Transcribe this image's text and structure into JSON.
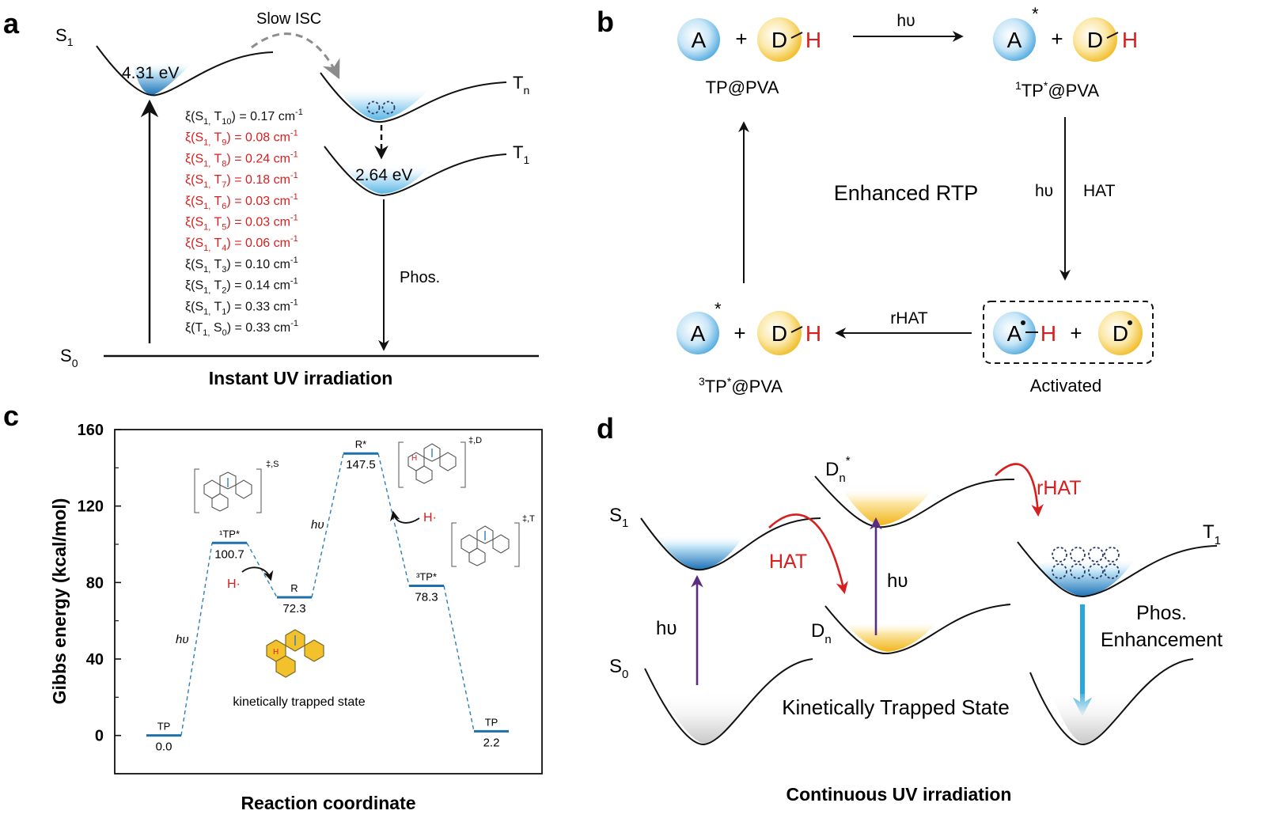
{
  "colors": {
    "red": "#d81e1e",
    "blue_fill": "#3fa3dc",
    "blue_deep": "#1e6fb0",
    "gold_fill": "#f3c12c",
    "purple": "#5a2d82",
    "cyan_arrow": "#29a6dd",
    "grey_dash": "#8c8c8c",
    "level_blue": "#1f6fa8",
    "dash_line": "#2e7fb8"
  },
  "panel_a": {
    "label": "a",
    "S1": {
      "main": "S",
      "sub": "1"
    },
    "S0": {
      "main": "S",
      "sub": "0"
    },
    "Tn": {
      "main": "T",
      "sub": "n"
    },
    "T1": {
      "main": "T",
      "sub": "1"
    },
    "s1_energy": "4.31 eV",
    "t1_energy": "2.64 eV",
    "slow_isc": "Slow ISC",
    "phos": "Phos.",
    "caption": "Instant UV irradiation",
    "soc": [
      {
        "pre": "ξ(S",
        "a": "1,",
        "mid": " T",
        "b": "10",
        "post": ") = 0.17 cm",
        "sup": "-1",
        "highlight": false
      },
      {
        "pre": "ξ(S",
        "a": "1,",
        "mid": " T",
        "b": "9",
        "post": ") = 0.08 cm",
        "sup": "-1",
        "highlight": true
      },
      {
        "pre": "ξ(S",
        "a": "1,",
        "mid": " T",
        "b": "8",
        "post": ") = 0.24 cm",
        "sup": "-1",
        "highlight": true
      },
      {
        "pre": "ξ(S",
        "a": "1,",
        "mid": " T",
        "b": "7",
        "post": ") = 0.18 cm",
        "sup": "-1",
        "highlight": true
      },
      {
        "pre": "ξ(S",
        "a": "1,",
        "mid": " T",
        "b": "6",
        "post": ") = 0.03 cm",
        "sup": "-1",
        "highlight": true
      },
      {
        "pre": "ξ(S",
        "a": "1,",
        "mid": " T",
        "b": "5",
        "post": ") = 0.03 cm",
        "sup": "-1",
        "highlight": true
      },
      {
        "pre": "ξ(S",
        "a": "1,",
        "mid": " T",
        "b": "4",
        "post": ") = 0.06 cm",
        "sup": "-1",
        "highlight": true
      },
      {
        "pre": "ξ(S",
        "a": "1,",
        "mid": " T",
        "b": "3",
        "post": ") = 0.10 cm",
        "sup": "-1",
        "highlight": false
      },
      {
        "pre": "ξ(S",
        "a": "1,",
        "mid": " T",
        "b": "2",
        "post": ") = 0.14 cm",
        "sup": "-1",
        "highlight": false
      },
      {
        "pre": "ξ(S",
        "a": "1,",
        "mid": " T",
        "b": "1",
        "post": ") = 0.33 cm",
        "sup": "-1",
        "highlight": false
      },
      {
        "pre": "ξ(T",
        "a": "1,",
        "mid": " S",
        "b": "0",
        "post": ") = 0.33 cm",
        "sup": "-1",
        "highlight": false
      }
    ]
  },
  "panel_b": {
    "label": "b",
    "A": "A",
    "D": "D",
    "H": "H",
    "plus": "+",
    "star": "*",
    "hv": "hυ",
    "hat": "HAT",
    "rhat": "rHAT",
    "center": "Enhanced RTP",
    "tp_pva": "TP@PVA",
    "singlet_pre": "1",
    "singlet_main": "TP",
    "singlet_post": "@PVA",
    "triplet_pre": "3",
    "triplet_main": "TP",
    "triplet_post": "@PVA",
    "activated": "Activated"
  },
  "panel_c": {
    "label": "c",
    "y_label": "Gibbs energy (kcal/mol)",
    "x_label": "Reaction coordinate",
    "trapped_label": "kinetically trapped state",
    "hv": "hυ",
    "h_dot": "H·",
    "ts_s": "‡,S",
    "ts_d": "‡,D",
    "ts_t": "‡,T",
    "ring_h": "H"
  },
  "chart_data": {
    "type": "line",
    "title": "",
    "xlabel": "Reaction coordinate",
    "ylabel": "Gibbs energy (kcal/mol)",
    "ylim": [
      -20,
      160
    ],
    "yticks": [
      0,
      40,
      80,
      120,
      160
    ],
    "grid": false,
    "points": [
      {
        "name": "TP",
        "value": 0.0,
        "label": "0.0"
      },
      {
        "name": "¹TP*",
        "value": 100.7,
        "label": "100.7"
      },
      {
        "name": "R",
        "value": 72.3,
        "label": "72.3"
      },
      {
        "name": "R*",
        "value": 147.5,
        "label": "147.5"
      },
      {
        "name": "³TP*",
        "value": 78.3,
        "label": "78.3"
      },
      {
        "name": "TP",
        "value": 2.2,
        "label": "2.2"
      }
    ]
  },
  "panel_d": {
    "label": "d",
    "S1": {
      "main": "S",
      "sub": "1"
    },
    "S0": {
      "main": "S",
      "sub": "0"
    },
    "Dn_star": {
      "main": "D",
      "sub": "n",
      "sup": "*"
    },
    "Dn": {
      "main": "D",
      "sub": "n"
    },
    "T1": {
      "main": "T",
      "sub": "1"
    },
    "hv": "hυ",
    "hat": "HAT",
    "rhat": "rHAT",
    "phos": "Phos.",
    "enhancement": "Enhancement",
    "trapped": "Kinetically Trapped State",
    "caption": "Continuous UV irradiation"
  }
}
